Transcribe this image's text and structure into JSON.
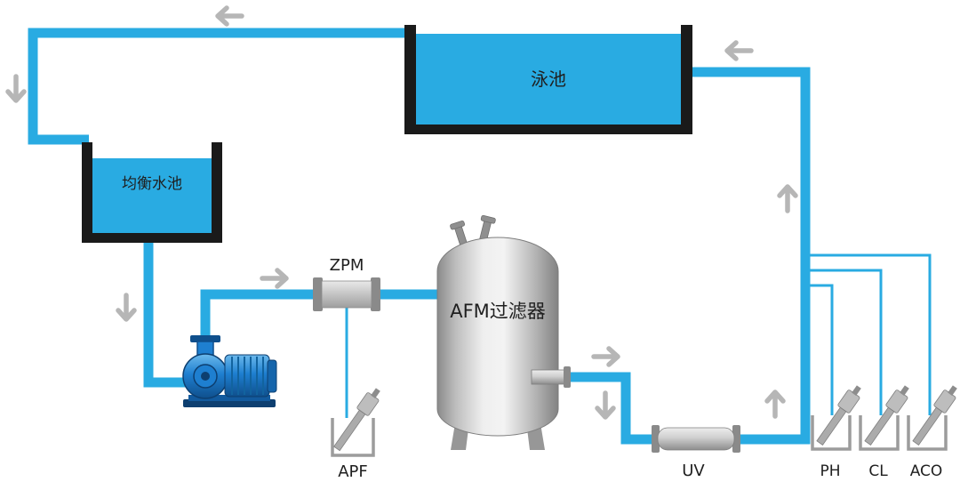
{
  "diagram_labels": {
    "pool": "泳池",
    "balance_tank": "均衡水池",
    "zpm": "ZPM",
    "afm_filter": "AFM过滤器",
    "apf": "APF",
    "uv": "UV",
    "ph": "PH",
    "cl": "CL",
    "aco": "ACO"
  },
  "colors": {
    "background": "#ffffff",
    "pipe_blue": "#29abe2",
    "tank_wall_black": "#1a1a1a",
    "arrow_gray": "#b6b6b6",
    "text_black": "#1f1f1f",
    "vessel_gray": "#c2c2c2",
    "pump_blue": "#1e7fd0"
  }
}
